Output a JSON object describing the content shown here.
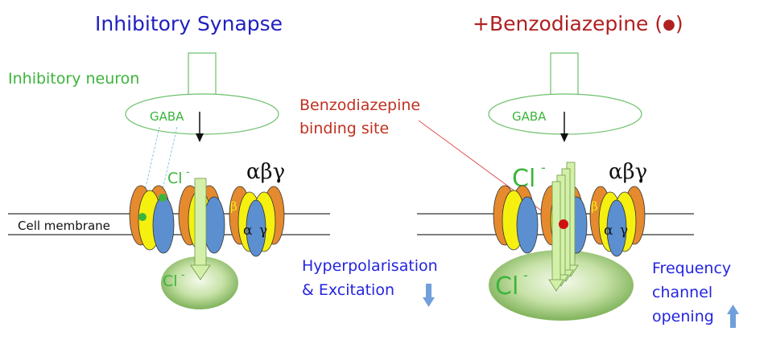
{
  "left": {
    "title": "Inhibitory Synapse",
    "neuron_label": "Inhibitory neuron",
    "gaba_label": "GABA",
    "cl_label": "Cl",
    "cl_sup": "-",
    "subunits_label": "αβγ",
    "membrane_label": "Cell membrane",
    "beta_label": "β",
    "alpha_label": "α",
    "gamma_label": "γ",
    "cl_inside_label": "Cl",
    "cl_inside_sup": "-",
    "effect_line1": "Hyperpolarisation",
    "effect_line2": "& Excitation"
  },
  "right": {
    "title": "+Benzodiazepine (",
    "title_dot": "●",
    "title_close": ")",
    "binding_line1": "Benzodiazepine",
    "binding_line2": "binding site",
    "gaba_label": "GABA",
    "cl_label": "Cl",
    "cl_sup": "-",
    "subunits_label": "αβγ",
    "beta_label": "β",
    "alpha_label": "α",
    "gamma_label": "γ",
    "cl_inside_label": "Cl",
    "cl_inside_sup": "-",
    "effect_line1": "Frequency",
    "effect_line2": "channel",
    "effect_line3": "opening"
  },
  "colors": {
    "title_left": "#2020c0",
    "title_right": "#b02020",
    "green_text": "#3cb43c",
    "blue_text": "#2424e0",
    "red_text": "#c03020",
    "orange_subunit": "#e58a2e",
    "yellow_subunit": "#f5f010",
    "blue_subunit": "#5b8fd0",
    "pore_green": "#d4f0a8",
    "arrow_blue": "#6fa0dc"
  },
  "icons": {
    "down_arrow": "blue-down-arrow-icon",
    "up_arrow": "blue-up-arrow-icon"
  }
}
